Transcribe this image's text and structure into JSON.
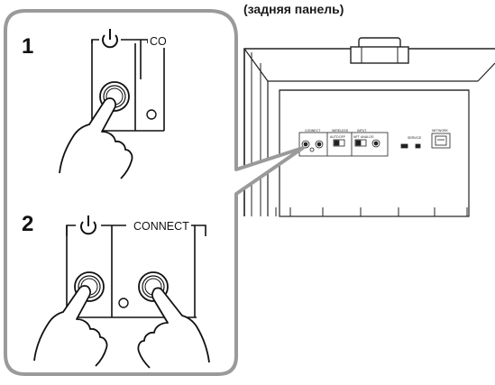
{
  "caption": "(задняя панель)",
  "steps": [
    {
      "number": "1",
      "connect_label": "CO"
    },
    {
      "number": "2",
      "connect_label": "CONNECT"
    }
  ],
  "panel": {
    "left_labels": [
      "CONNECT",
      "WIRELESS",
      "INPUT"
    ],
    "switch_labels": [
      "AUTO",
      "OFF",
      "NFT",
      "ANALOG"
    ],
    "right_labels": [
      "SERVICE",
      "NETWORK"
    ]
  },
  "icons": [
    "power-icon",
    "hand-icon",
    "connect-button-icon",
    "ethernet-port-icon"
  ]
}
